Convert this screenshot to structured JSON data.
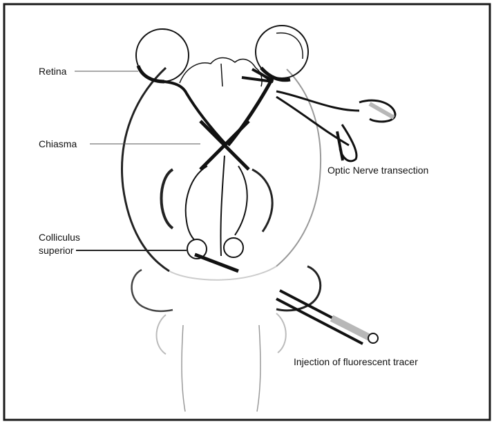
{
  "labels": {
    "retina": "Retina",
    "chiasma": "Chiasma",
    "optic_nerve": "Optic Nerve transection",
    "colliculus_line1": "Colliculus",
    "colliculus_line2": "superior",
    "injection": "Injection of fluorescent tracer"
  },
  "colors": {
    "ink": "#111111",
    "border": "#1a1a1a",
    "background": "#ffffff",
    "leader": "#555555",
    "tool_tip": "#b8b8b8"
  }
}
